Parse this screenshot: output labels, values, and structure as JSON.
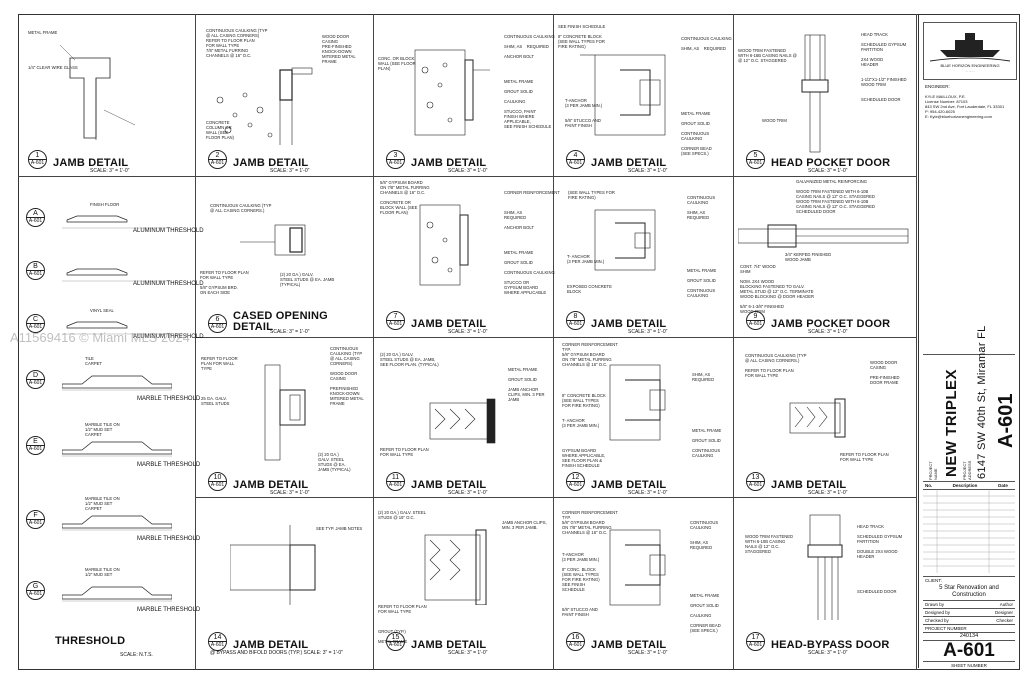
{
  "watermark": "A11569416 © Miami MLS 2024",
  "details": [
    {
      "num": "1",
      "title": "JAMB DETAIL",
      "sheet": "A-601",
      "scale": "SCALE: 3\" = 1'-0\""
    },
    {
      "num": "2",
      "title": "JAMB DETAIL",
      "sheet": "A-601",
      "scale": "SCALE: 3\" = 1'-0\""
    },
    {
      "num": "3",
      "title": "JAMB DETAIL",
      "sheet": "A-601",
      "scale": "SCALE: 3\" = 1'-0\""
    },
    {
      "num": "4",
      "title": "JAMB DETAIL",
      "sheet": "A-601",
      "scale": "SCALE: 3\" = 1'-0\""
    },
    {
      "num": "5",
      "title": "HEAD POCKET DOOR",
      "sheet": "A-601",
      "scale": "SCALE: 3\" = 1'-0\""
    },
    {
      "num": "6",
      "title": "CASED OPENING DETAIL",
      "sheet": "A-601",
      "scale": "SCALE: 3\" = 1'-0\""
    },
    {
      "num": "7",
      "title": "JAMB DETAIL",
      "sheet": "A-601",
      "scale": "SCALE: 3\" = 1'-0\""
    },
    {
      "num": "8",
      "title": "JAMB DETAIL",
      "sheet": "A-601",
      "scale": "SCALE: 3\" = 1'-0\""
    },
    {
      "num": "9",
      "title": "JAMB POCKET DOOR",
      "sheet": "A-601",
      "scale": "SCALE: 3\" = 1'-0\""
    },
    {
      "num": "10",
      "title": "JAMB DETAIL",
      "sheet": "A-601",
      "scale": "SCALE: 3\" = 1'-0\""
    },
    {
      "num": "11",
      "title": "JAMB DETAIL",
      "sheet": "A-601",
      "scale": "SCALE: 3\" = 1'-0\""
    },
    {
      "num": "12",
      "title": "JAMB DETAIL",
      "sheet": "A-601",
      "scale": "SCALE: 3\" = 1'-0\""
    },
    {
      "num": "13",
      "title": "JAMB DETAIL",
      "sheet": "A-601",
      "scale": "SCALE: 3\" = 1'-0\""
    },
    {
      "num": "14",
      "title": "JAMB DETAIL",
      "sheet": "A-601",
      "scale": "@ BYPASS AND BIFOLD DOORS (TYP.) SCALE: 3\" = 1'-0\""
    },
    {
      "num": "15",
      "title": "JAMB DETAIL",
      "sheet": "A-601",
      "scale": "SCALE: 3\" = 1'-0\""
    },
    {
      "num": "16",
      "title": "JAMB DETAIL",
      "sheet": "A-601",
      "scale": "SCALE: 3\" = 1'-0\""
    },
    {
      "num": "17",
      "title": "HEAD-BYPASS DOOR",
      "sheet": "A-601",
      "scale": "SCALE: 3\" = 1'-0\""
    }
  ],
  "threshold": {
    "title": "THRESHOLD",
    "scale": "SCALE: N.T.S.",
    "items": [
      {
        "letter": "A",
        "label": "ALUMINUM THRESHOLD",
        "note": "FINISH FLOOR"
      },
      {
        "letter": "B",
        "label": "ALUMINUM THRESHOLD",
        "note": ""
      },
      {
        "letter": "C",
        "label": "ALUMINUM THRESHOLD",
        "note": "VINYL SEAL"
      },
      {
        "letter": "D",
        "label": "MARBLE THRESHOLD",
        "note": "TILE\nCARPET"
      },
      {
        "letter": "E",
        "label": "MARBLE THRESHOLD",
        "note": "MARBLE TILE ON\n1/2\" MUD SET\nCARPET"
      },
      {
        "letter": "F",
        "label": "MARBLE THRESHOLD",
        "note": "MARBLE TILE ON\n1/2\" MUD SET\nCARPET"
      },
      {
        "letter": "G",
        "label": "MARBLE THRESHOLD",
        "note": "MARBLE TILE ON\n1/2\" MUD SET"
      }
    ]
  },
  "notes": {
    "d1": "METAL FRAME\n\n\n\n\n\n\n1/4\" CLEAR WIRE GLASS",
    "d2a": "CONTINUOUS CAULKING (TYP\n@ ALL CASING CORNERS)\nREFER TO FLOOR PLAN\nFOR WALL TYPE\n7/8\" METAL FURRING\nCHANNELS @ 16\" O.C.",
    "d2b": "WOOD DOOR\nCASING\nPRE-FINISHED\nKNOCK-DOWN\nMITERED METAL\nFRAME",
    "d2c": "CONCRETE\nCOLUMN OR\nWALL (SEE\nFLOOR PLAN)",
    "d3a": "CONC. OR BLOCK\nWALL (SEE FLOOR\nPLAN)",
    "d3b": "CONTINUOUS CAULKING\n\nSHIM, AS    REQUIRED\n\nANCHOR BOLT\n\n\n\n\nMETAL FRAME\n\nGROUT SOLID\n\nCAULKING\n\nSTUCCO, PAINT\nFINISH WHERE\nAPPLICABLE,\nSEE FINISH SCHEDULE",
    "d4a": "SEE FINISH SCHEDULE\n\n8\" CONCRETE BLOCK\n(SEE WALL TYPES FOR\nFIRE RATING)",
    "d4b": "CONTINUOUS CAULKING\n\nSHIM, AS    REQUIRED",
    "d4c": "T-ANCHOR\n(3 PER JAMB MIN.)\n\n\n5/8\" STUCCO AND\nPAINT FINISH",
    "d4d": "METAL FRAME\n\nGROUT SOLID\n\nCONTINUOUS\nCAULKING\n\nCORNER BEAD\n(SEE SPECS.)",
    "d5a": "WOOD TRIM FASTENED\nWITH 6-16B CASING NAILS @\n@ 12\" O.C. STAGGERED",
    "d5b": "HEAD TRACK\n\nSCHEDULED GYPSUM\nPARTITION\n\n2X4 WOOD\nHEADER\n\n\n1-1/2\"X1-1/2\" FINISHED\nWOOD TRIM\n\n\nSCHEDULED DOOR",
    "d5c": "WOOD TRIM",
    "d6a": "CONTINUOUS CAULKING (TYP\n@ ALL CASING CORNERS.)",
    "d6b": "REFER TO FLOOR PLAN\nFOR WALL TYPE\n\n5/8\" GYPSUM BRD.\nON EACH SIDE",
    "d6c": "(2) 20 GA.) GALV.\nSTEEL STUDS @ EA. JAMB\n(TYPICAL)",
    "d7a": "5/8\" GYPSUM BOARD\nON 7/8\" METAL FURRING\nCHANNELS @ 16\" O.C.\n\nCONCRETE OR\nBLOCK WALL (SEE\nFLOOR PLAN)",
    "d7b": "CORNER REINFORCEMENT\n\n\n\nSHIM, AS\nREQUIRED\n\nANCHOR BOLT\n\n\n\n\nMETAL FRAME\n\nGROUT SOLID\n\nCONTINUOUS CAULKING\n\nSTUCCO OR\nGYPSUM BOARD\nWHERE APPLICABLE",
    "d8a": "(SEE WALL TYPES FOR\nFIRE RATING)",
    "d8b": "CONTINUOUS\nCAULKING\n\nSHIM, AS\nREQUIRED",
    "d8c": "T- ANCHOR\n(3 PER JAMB MIN.)\n\n\n\n\nEXPOSED CONCRETE\nBLOCK",
    "d8d": "METAL FRAME\n\nGROUT SOLID\n\nCONTINUOUS\nCAULKING",
    "d9a": "GALVANIZED METAL REINFORCING\n\nWOOD TRIM FASTENED WITH 6-10B\nCASING NAILS @ 12\" O.C. STAGGERED\nWOOD TRIM FASTENED WITH 6-10B\nCASING NAILS @ 12\" O.C. STAGGERED\nSCHEDULED DOOR",
    "d9b": "3/4\" KERFED FINISHED\nWOOD JAMB",
    "d9c": "CONT. 7/4\" WOOD\nSHIM\n\nNOM. 2X4 WOOD\nBLOCKING FASTENED TO GALV.\nMETAL STUD @ 12\" O.C. TERMINATE\nWOOD BLOCKING @ DOOR HEADER\n\n5/8\" 6-1-3/8\" FINISHED\nWOOD TRIM",
    "d10a": "REFER TO FLOOR\nPLAN FOR WALL\nTYPE\n\n\n\n\n\n25 GA. GALV.\nSTEEL STUDS",
    "d10b": "CONTINUOUS\nCAULKING (TYP\n@ ALL CASING\nCORNERS)\n\nWOOD DOOR\nCASING\n\nPREFINISHED\nKNOCK-DOWN\nMITERED METAL\nFRAME",
    "d10c": "(2) 20 GA.)\nGALV. STEEL\nSTUDS @ EA.\nJAMB (TYPICAL)",
    "d11a": "(2) 20 GA.) GALV.\nSTEEL STUDS @ EA. JAMB,\nSEE FLOOR PLAN. (TYPICAL)",
    "d11b": "METAL FRAME\n\nGROUT SOLID\n\nJAMB ANCHOR\nCLIPS, MIN. 3 PER\nJAMB",
    "d11c": "REFER TO FLOOR PLAN\nFOR WALL TYPE",
    "d12a": "CORNER REINFORCEMENT\nTYP.\n5/8\" GYPSUM BOARD\nON 7/8\" METAL FURRING\nCHANNELS @ 16\" O.C.",
    "d12b": "SHIM, AS\nREQUIRED",
    "d12c": "8\" CONCRETE BLOCK\n(SEE WALL TYPES\nFOR FIRE RATING)\n\n\nT- ANCHOR\n(3 PER JAMB MIN.)\n\n\n\n\nGYPSUM BOARD\nWHERE APPLICABLE,\nSEE FLOOR PLAN &\nFINISH SCHEDULE",
    "d12d": "METAL FRAME\n\nGROUT SOLID\n\nCONTINUOUS\nCAULKING",
    "d13a": "CONTINUOUS CAULKING (TYP\n@ ALL CASING CORNERS.)\n\nREFER TO FLOOR PLAN\nFOR WALL TYPE",
    "d13b": "WOOD DOOR\nCASING\n\nPRE-FINISHED\nDOOR FRAME",
    "d13c": "REFER TO FLOOR PLAN\nFOR WALL TYPE",
    "d14a": "SEE TYP. JAMB NOTES",
    "d15a": "(2) 20 GA.) GALV. STEEL\nSTUDS @ 16\" O.C.",
    "d15b": "JAMB ANCHOR CLIPS,\nMIN. 3 PER JAMB.",
    "d15c": "REFER TO FLOOR PLAN\nFOR WALL TYPE\n\n\n\nGROUT (TYP.)\n\nMETAL FRAME",
    "d16a": "CORNER REINFORCEMENT\nTYP.\n5/8\" GYPSUM BOARD\nON 7/8\" METAL FURRING\nCHANNELS @ 16\" O.C.",
    "d16b": "CONTINUOUS\nCAULKING\n\n\nSHIM, AS\nREQUIRED",
    "d16c": "T-ANCHOR\n(3 PER JAMB MIN.)\n\n8\" CONC. BLOCK\n(SEE WALL TYPES\nFOR FIRE RATING)\nSEE FINISH\nSCHEDULE\n\n\n\n5/8\" STUCCO AND\nPAINT FINISH",
    "d16d": "METAL FRAME\n\nGROUT SOLID\n\nCAULKING\n\nCORNER BEAD\n(SEE SPECS.)",
    "d17a": "WOOD TRIM FASTENED\nWITH 6-10B CASING\nNAILS @ 12\" O.C.\nSTAGGERED",
    "d17b": "HEAD TRACK\n\nSCHEDULED GYPSUM\nPARTITION\n\nDOUBLE 2X4 WOOD\nHEADER\n\n\n\n\n\n\nSCHEDULED DOOR"
  },
  "title_block": {
    "firm": "BLUE HORIZON ENGINEERING",
    "firm_info": "... ... ...",
    "engineer_label": "ENGINEER:",
    "engineer": "KYLE MAILLOUX, P.E.\nLicense Number: 87103\n843 SW 2nd Ave, Fort Lauderdale, FL 33301\nP: 954-420-6025\nE: Kyle@bluehorizonengineering.com",
    "project_name": "NEW TRIPLEX",
    "project_address": "6147 SW 40th St, Miramar FL",
    "project_label": "PROJECT\nNAME",
    "address_label": "PROJECT\nADDRESS",
    "rev_headers": [
      "No.",
      "Description",
      "Date"
    ],
    "client_label": "CLIENT:",
    "client": "5 Star Renovation and\nConstruction",
    "drawn_by_label": "Drawn by",
    "drawn_by": "Author",
    "designed_by_label": "Designed by",
    "designed_by": "Designer",
    "checked_by_label": "Checked by",
    "checked_by": "Checker",
    "project_number_label": "PROJECT NUMBER",
    "project_number": "240134",
    "sheet_number": "A-601",
    "sheet_number_label": "SHEET NUMBER",
    "big_sheet": "A-601"
  }
}
